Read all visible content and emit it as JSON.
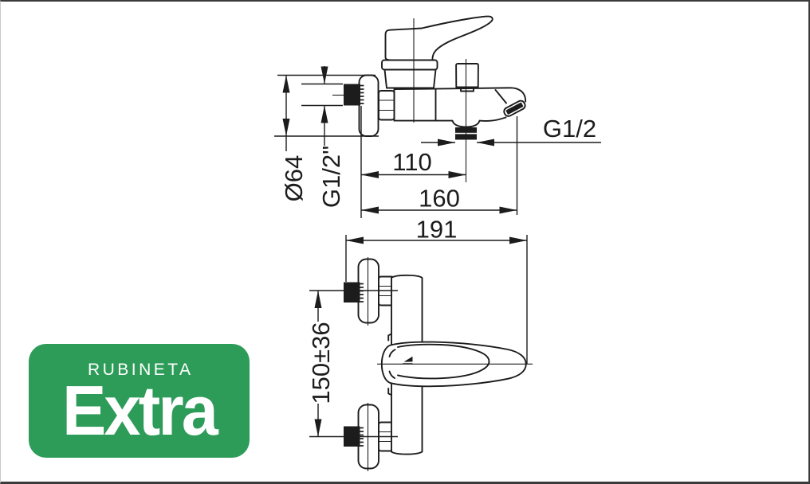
{
  "drawing": {
    "side_view": {
      "labels": {
        "flange_diameter": "Ø64",
        "wall_thread": "G1/2\"",
        "spout_thread": "G1/2",
        "shower_outlet_offset": "110",
        "spout_reach": "160",
        "total_depth": "191"
      }
    },
    "front_view": {
      "labels": {
        "pipe_spacing": "150±36"
      }
    }
  },
  "logo": {
    "brand": "RUBINETA",
    "series": "Extra",
    "background_color": "#2E9C59",
    "text_color": "#FFFFFF"
  },
  "colors": {
    "line": "#1C1C1C",
    "canvas": "#FFFFFF",
    "frame": "#3B3B3B"
  }
}
